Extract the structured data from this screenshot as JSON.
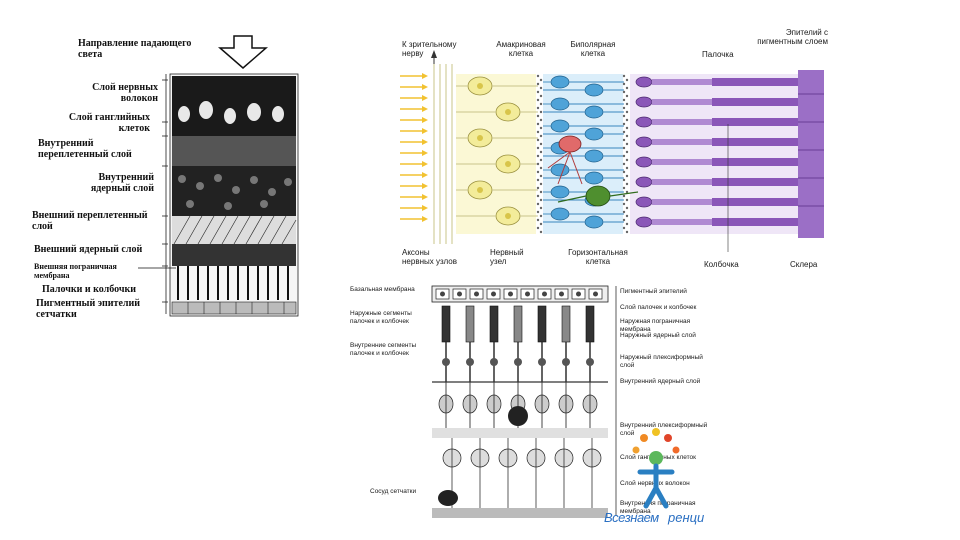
{
  "left_diagram": {
    "light_direction": "Направление падающего света",
    "layers": [
      "Слой нервных волокон",
      "Слой ганглийных клеток",
      "Внутренний переплетенный слой",
      "Внутренний ядерный слой",
      "Внешний переплетенный слой",
      "Внешний ядерный слой",
      "Внешняя пограничная мембрана",
      "Палочки и колбочки",
      "Пигментный эпителий сетчатки"
    ]
  },
  "color_diagram": {
    "top_labels": {
      "to_optic_nerve": "К зрительному нерву",
      "amacrine": "Амакриновая клетка",
      "bipolar": "Биполярная клетка",
      "rod": "Палочка",
      "epithelium": "Эпителий с пигментным слоем"
    },
    "bottom_labels": {
      "axons": "Аксоны нервных узлов",
      "ganglion": "Нервный узел",
      "horizontal": "Горизонтальная клетка",
      "cone": "Колбочка",
      "sclera": "Склера"
    },
    "colors": {
      "yellow": "#f3ec9a",
      "blue": "#4fa3d8",
      "purple": "#8a56b8",
      "red": "#e06a6a",
      "green": "#4f8f2f",
      "arrow": "#f2c230"
    }
  },
  "bottom_diagram": {
    "left_labels": {
      "basal_membrane": "Базальная мембрана",
      "outer_segments": "Наружные сегменты палочек и колбочек",
      "inner_segments": "Внутренние сегменты палочек и колбочек",
      "vessel": "Сосуд сетчатки"
    },
    "right_labels": [
      "Пигментный эпителий",
      "Слой палочек и колбочек",
      "Наружная пограничная мембрана",
      "Наружный ядерный слой",
      "Наружный плексиформный слой",
      "Внутренний ядерный слой",
      "Внутренний плексиформный слой",
      "Слой ганглиозных клеток",
      "Слой нервных волокон",
      "Внутренняя пограничная мембрана"
    ]
  },
  "watermark": {
    "brand": "Всезнаем",
    "small": "ренци"
  }
}
